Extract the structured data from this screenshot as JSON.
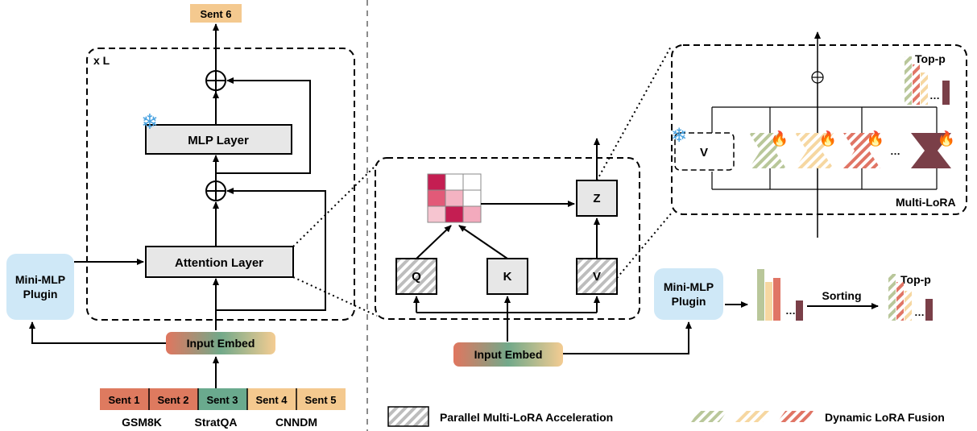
{
  "left": {
    "output_label": "Sent 6",
    "repeat_label": "x L",
    "mlp_layer_label": "MLP Layer",
    "attention_layer_label": "Attention Layer",
    "plugin_label_line1": "Mini-MLP",
    "plugin_label_line2": "Plugin",
    "input_embed_label": "Input Embed",
    "sentences": [
      {
        "label": "Sent 1",
        "color": "#de7a5f"
      },
      {
        "label": "Sent 2",
        "color": "#de7a5f"
      },
      {
        "label": "Sent 3",
        "color": "#6aaa8e"
      },
      {
        "label": "Sent 4",
        "color": "#f4c98f"
      },
      {
        "label": "Sent 5",
        "color": "#f4c98f"
      }
    ],
    "datasets": [
      "GSM8K",
      "StratQA",
      "CNNDM"
    ]
  },
  "middle": {
    "q_label": "Q",
    "k_label": "K",
    "v_label": "V",
    "z_label": "Z",
    "input_embed_label": "Input Embed",
    "plugin_label_line1": "Mini-MLP",
    "plugin_label_line2": "Plugin",
    "sorting_label": "Sorting",
    "top_p_label": "Top-p",
    "ellipsis": "…"
  },
  "right": {
    "v_label": "V",
    "top_p_label": "Top-p",
    "multi_lora_label": "Multi-LoRA",
    "ellipsis": "…"
  },
  "legend": {
    "parallel_label": "Parallel Multi-LoRA Acceleration",
    "fusion_label": "Dynamic LoRA Fusion"
  },
  "colors": {
    "plugin_fill": "#cfe8f7",
    "box_fill": "#e7e7e7",
    "lora_green": "#b9c79a",
    "lora_yellow": "#f6d7a1",
    "lora_red": "#e07565",
    "lora_dark": "#7a3f48",
    "output_fill": "#f4c98f"
  }
}
